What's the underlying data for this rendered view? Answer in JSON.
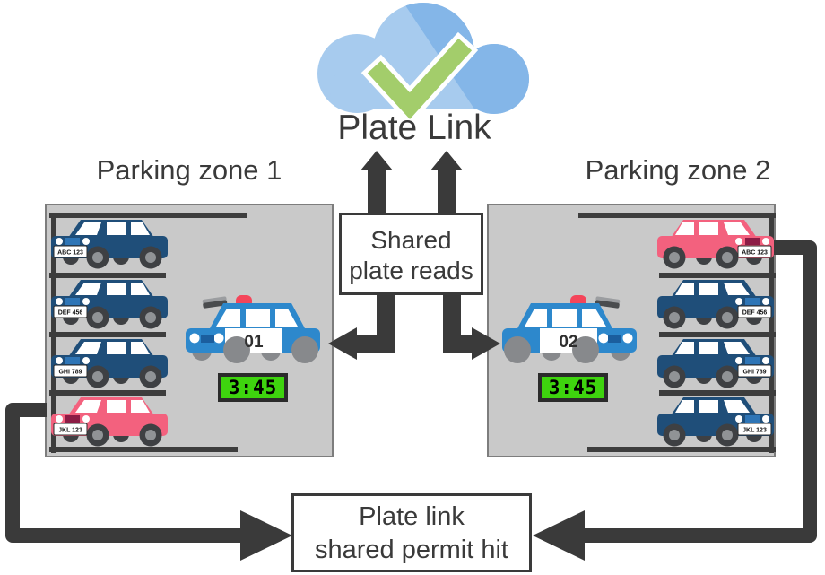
{
  "title": "Plate Link",
  "boxes": {
    "shared_reads": {
      "line1": "Shared",
      "line2": "plate reads"
    },
    "permit_hit": {
      "line1": "Plate link",
      "line2": "shared permit hit"
    }
  },
  "zones": [
    {
      "title": "Parking zone 1",
      "police": {
        "label": "01"
      },
      "clock": "3:45",
      "cars": [
        {
          "plate": "ABC 123",
          "color": "blue"
        },
        {
          "plate": "DEF 456",
          "color": "blue"
        },
        {
          "plate": "GHI 789",
          "color": "blue"
        },
        {
          "plate": "JKL 123",
          "color": "pink"
        }
      ]
    },
    {
      "title": "Parking zone 2",
      "police": {
        "label": "02"
      },
      "clock": "3:45",
      "cars": [
        {
          "plate": "ABC 123",
          "color": "pink"
        },
        {
          "plate": "DEF 456",
          "color": "blue"
        },
        {
          "plate": "GHI 789",
          "color": "blue"
        },
        {
          "plate": "JKL 123",
          "color": "blue"
        }
      ]
    }
  ],
  "icons": {
    "cloud": "cloud-icon",
    "checkmark": "checkmark-icon",
    "beacon": "police-beacon-icon",
    "camera": "plate-camera-icon",
    "arrows": "arrow-icon"
  },
  "colors": {
    "blue_car": "#1f4e79",
    "blue_car_accent": "#2e75b6",
    "pink_car": "#f3617e",
    "pink_car_accent": "#8c1c45",
    "police_blue": "#2d88cc",
    "arrow_dark": "#3a3a3a",
    "zone_fill": "#c9c9c9",
    "clock_green": "#3ed40e",
    "cloud_light": "#a7cbee",
    "cloud_dark": "#84b6e8",
    "check_green": "#a3cd6b",
    "beacon_red": "#f4455a"
  }
}
